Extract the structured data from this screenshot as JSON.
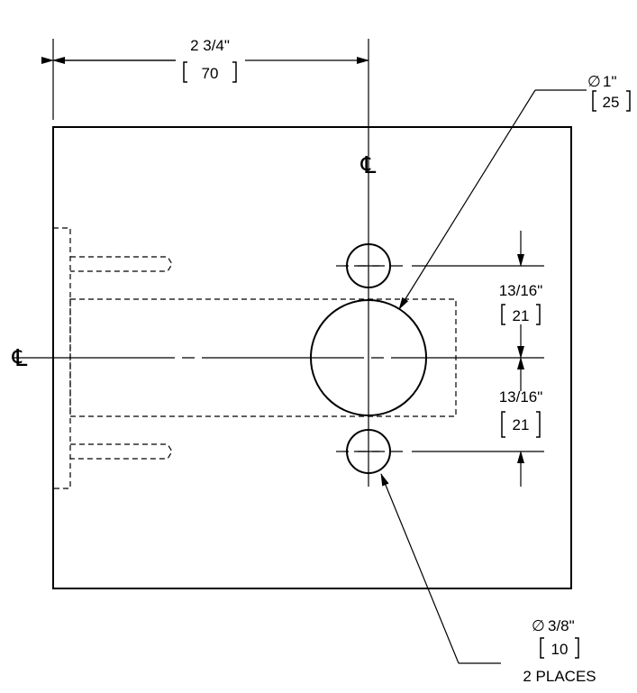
{
  "dimensions": {
    "width": {
      "imperial": "2 3/4\"",
      "metric": "70"
    },
    "large_hole": {
      "symbol": "∅",
      "imperial": "1\"",
      "metric": "25"
    },
    "upper_spacing": {
      "imperial": "13/16\"",
      "metric": "21"
    },
    "lower_spacing": {
      "imperial": "13/16\"",
      "metric": "21"
    },
    "small_hole": {
      "symbol": "∅",
      "imperial": "3/8\"",
      "metric": "10",
      "note": "2 PLACES"
    }
  },
  "centerlines": {
    "vertical_label": "℄",
    "horizontal_label": "℄"
  }
}
